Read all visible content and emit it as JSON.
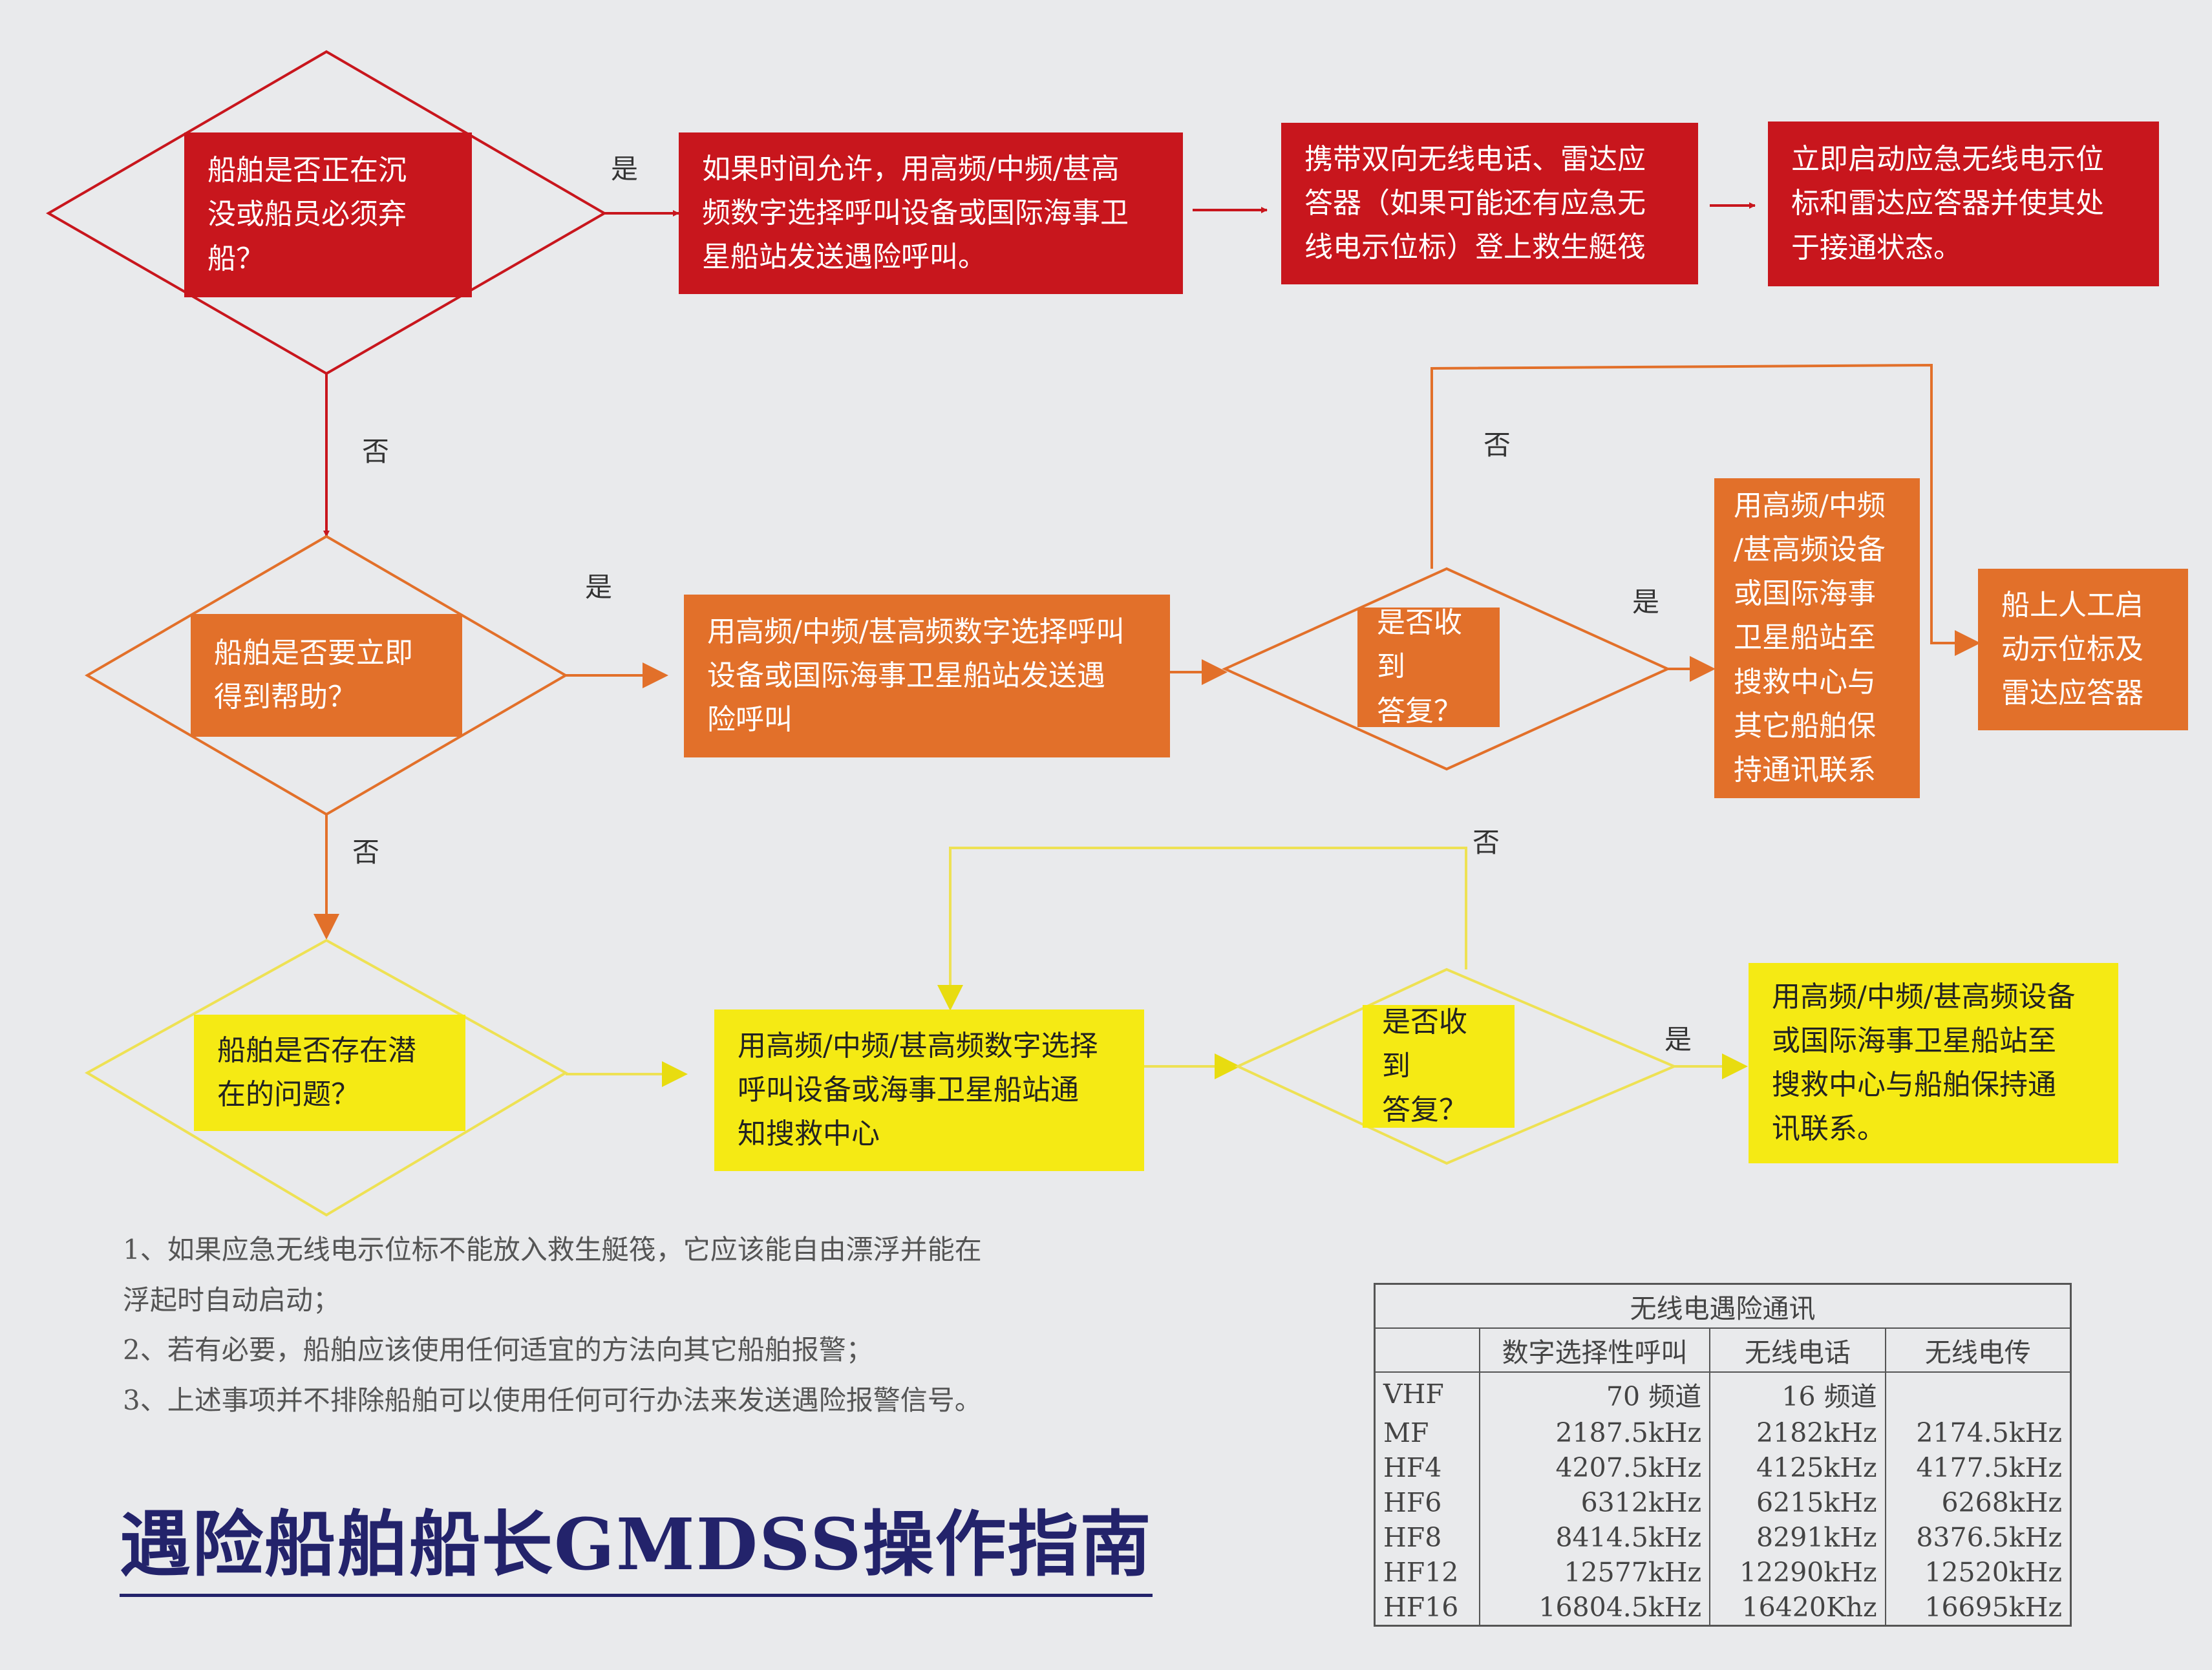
{
  "colors": {
    "red": "#c8161d",
    "orange": "#e2702a",
    "yellow": "#f5ea14",
    "background": "#e9eaec"
  },
  "row1": {
    "decision": "船舶是否正在沉\n没或船员必须弃\n船？",
    "yes_label": "是",
    "no_label": "否",
    "step1": "如果时间允许，用高频/中频/甚高\n频数字选择呼叫设备或国际海事卫\n星船站发送遇险呼叫。",
    "step2": "携带双向无线电话、雷达应\n答器（如果可能还有应急无\n线电示位标）登上救生艇筏",
    "step3": "立即启动应急无线电示位\n标和雷达应答器并使其处\n于接通状态。"
  },
  "row2": {
    "decision": "船舶是否要立即\n得到帮助？",
    "yes_label": "是",
    "no_label": "否",
    "step1": "用高频/中频/甚高频数字选择呼叫\n设备或国际海事卫星船站发送遇\n险呼叫",
    "reply_decision": "是否收到\n答复？",
    "reply_yes_label": "是",
    "reply_no_label": "否",
    "step_yes": "用高频/中频\n/甚高频设备\n或国际海事\n卫星船站至\n搜救中心与\n其它船舶保\n持通讯联系",
    "step_manual": "船上人工启\n动示位标及\n雷达应答器"
  },
  "row3": {
    "decision": "船舶是否存在潜\n在的问题？",
    "step1": "用高频/中频/甚高频数字选择\n呼叫设备或海事卫星船站通\n知搜救中心",
    "reply_decision": "是否收到\n答复？",
    "reply_yes_label": "是",
    "reply_no_label": "否",
    "step_yes": "用高频/中频/甚高频设备\n或国际海事卫星船站至\n搜救中心与船舶保持通\n讯联系。"
  },
  "notes": [
    "1、如果应急无线电示位标不能放入救生艇筏，它应该能自由漂浮并能在\n    浮起时自动启动；",
    "2、若有必要，船舶应该使用任何适宜的方法向其它船舶报警；",
    "3、上述事项并不排除船舶可以使用任何可行办法来发送遇险报警信号。"
  ],
  "title": "遇险船舶船长GMDSS操作指南",
  "table": {
    "caption": "无线电遇险通讯",
    "headers": [
      "",
      "数字选择性呼叫",
      "无线电话",
      "无线电传"
    ],
    "rows": [
      [
        "VHF",
        "70 频道",
        "16 频道",
        ""
      ],
      [
        "MF",
        "2187.5kHz",
        "2182kHz",
        "2174.5kHz"
      ],
      [
        "HF4",
        "4207.5kHz",
        "4125kHz",
        "4177.5kHz"
      ],
      [
        "HF6",
        "6312kHz",
        "6215kHz",
        "6268kHz"
      ],
      [
        "HF8",
        "8414.5kHz",
        "8291kHz",
        "8376.5kHz"
      ],
      [
        "HF12",
        "12577kHz",
        "12290kHz",
        "12520kHz"
      ],
      [
        "HF16",
        "16804.5kHz",
        "16420Khz",
        "16695kHz"
      ]
    ]
  }
}
